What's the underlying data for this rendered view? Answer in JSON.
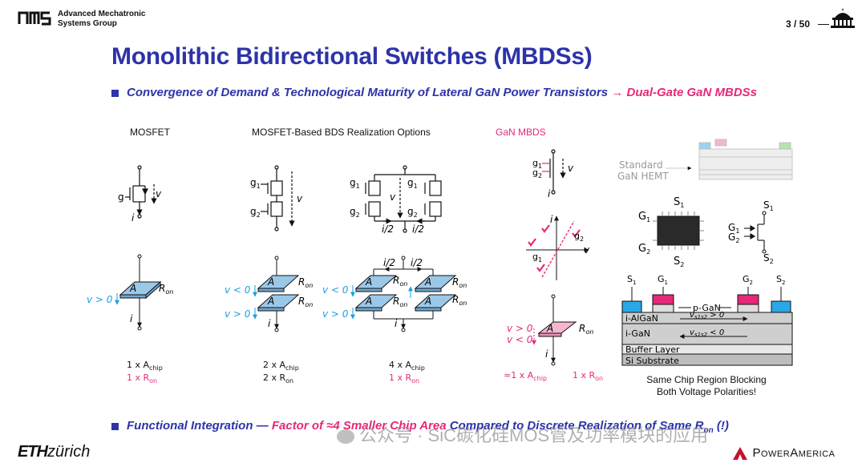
{
  "header": {
    "group_line1": "Advanced Mechatronic",
    "group_line2": "Systems Group",
    "page_number": "3 / 50"
  },
  "slide": {
    "title": "Monolithic Bidirectional Switches (MBDSs)",
    "bullet1_main": "Convergence of Demand & Technological Maturity of Lateral GaN Power Transistors",
    "bullet1_arrow": "→",
    "bullet1_highlight": "Dual-Gate GaN MBDSs",
    "bullet2_part1": "Functional Integration —",
    "bullet2_highlight": "Factor of ≈4 Smaller Chip Area",
    "bullet2_part2": "Compared to Discrete Realization of Same R",
    "bullet2_sub": "on",
    "bullet2_tail": "(!)"
  },
  "columns": {
    "mosfet": "MOSFET",
    "mosfet_bds": "MOSFET-Based BDS Realization Options",
    "gan_mbds": "GaN MBDS"
  },
  "labels": {
    "g": "g",
    "g1": "g",
    "g2": "g",
    "v": "v",
    "i": "i",
    "i_half": "i/2",
    "A": "A",
    "Ron": "R",
    "on": "on",
    "v_gt0": "v > 0",
    "v_lt0": "v < 0",
    "S1": "S",
    "S2": "S",
    "G1": "G",
    "G2": "G",
    "standard_gan_hemt_1": "Standard",
    "standard_gan_hemt_2": "GaN HEMT",
    "p_gan": "p-GaN",
    "i_algan": "i-AlGaN",
    "i_gan": "i-GaN",
    "buffer": "Buffer Layer",
    "si_sub": "Si Substrate",
    "vs1s2_gt0": "v",
    "vs1s2_lt0": "v",
    "same_chip_1": "Same Chip Region Blocking",
    "same_chip_2": "Both Voltage Polarities!"
  },
  "footnotes": {
    "c1_a": "1 x A",
    "c1_b": "1 x R",
    "c2_a": "2 x A",
    "c2_b": "2 x R",
    "c3_a": "4 x A",
    "c3_b": "1 x R",
    "c4_a": "≈1 x A",
    "c4_b": "1 x R",
    "chip": "chip",
    "on": "on"
  },
  "watermark": "公众号 · SiC碳化硅MOS管及功率模块的应用",
  "footer": {
    "eth_bold": "ETH",
    "eth_rest": "zürich",
    "pa_power": "Power",
    "pa_america": "America"
  },
  "colors": {
    "blue": "#2d33a8",
    "pink": "#e6287a",
    "cyan": "#1aa0e0",
    "chip_blue": "#9cc8e8"
  }
}
